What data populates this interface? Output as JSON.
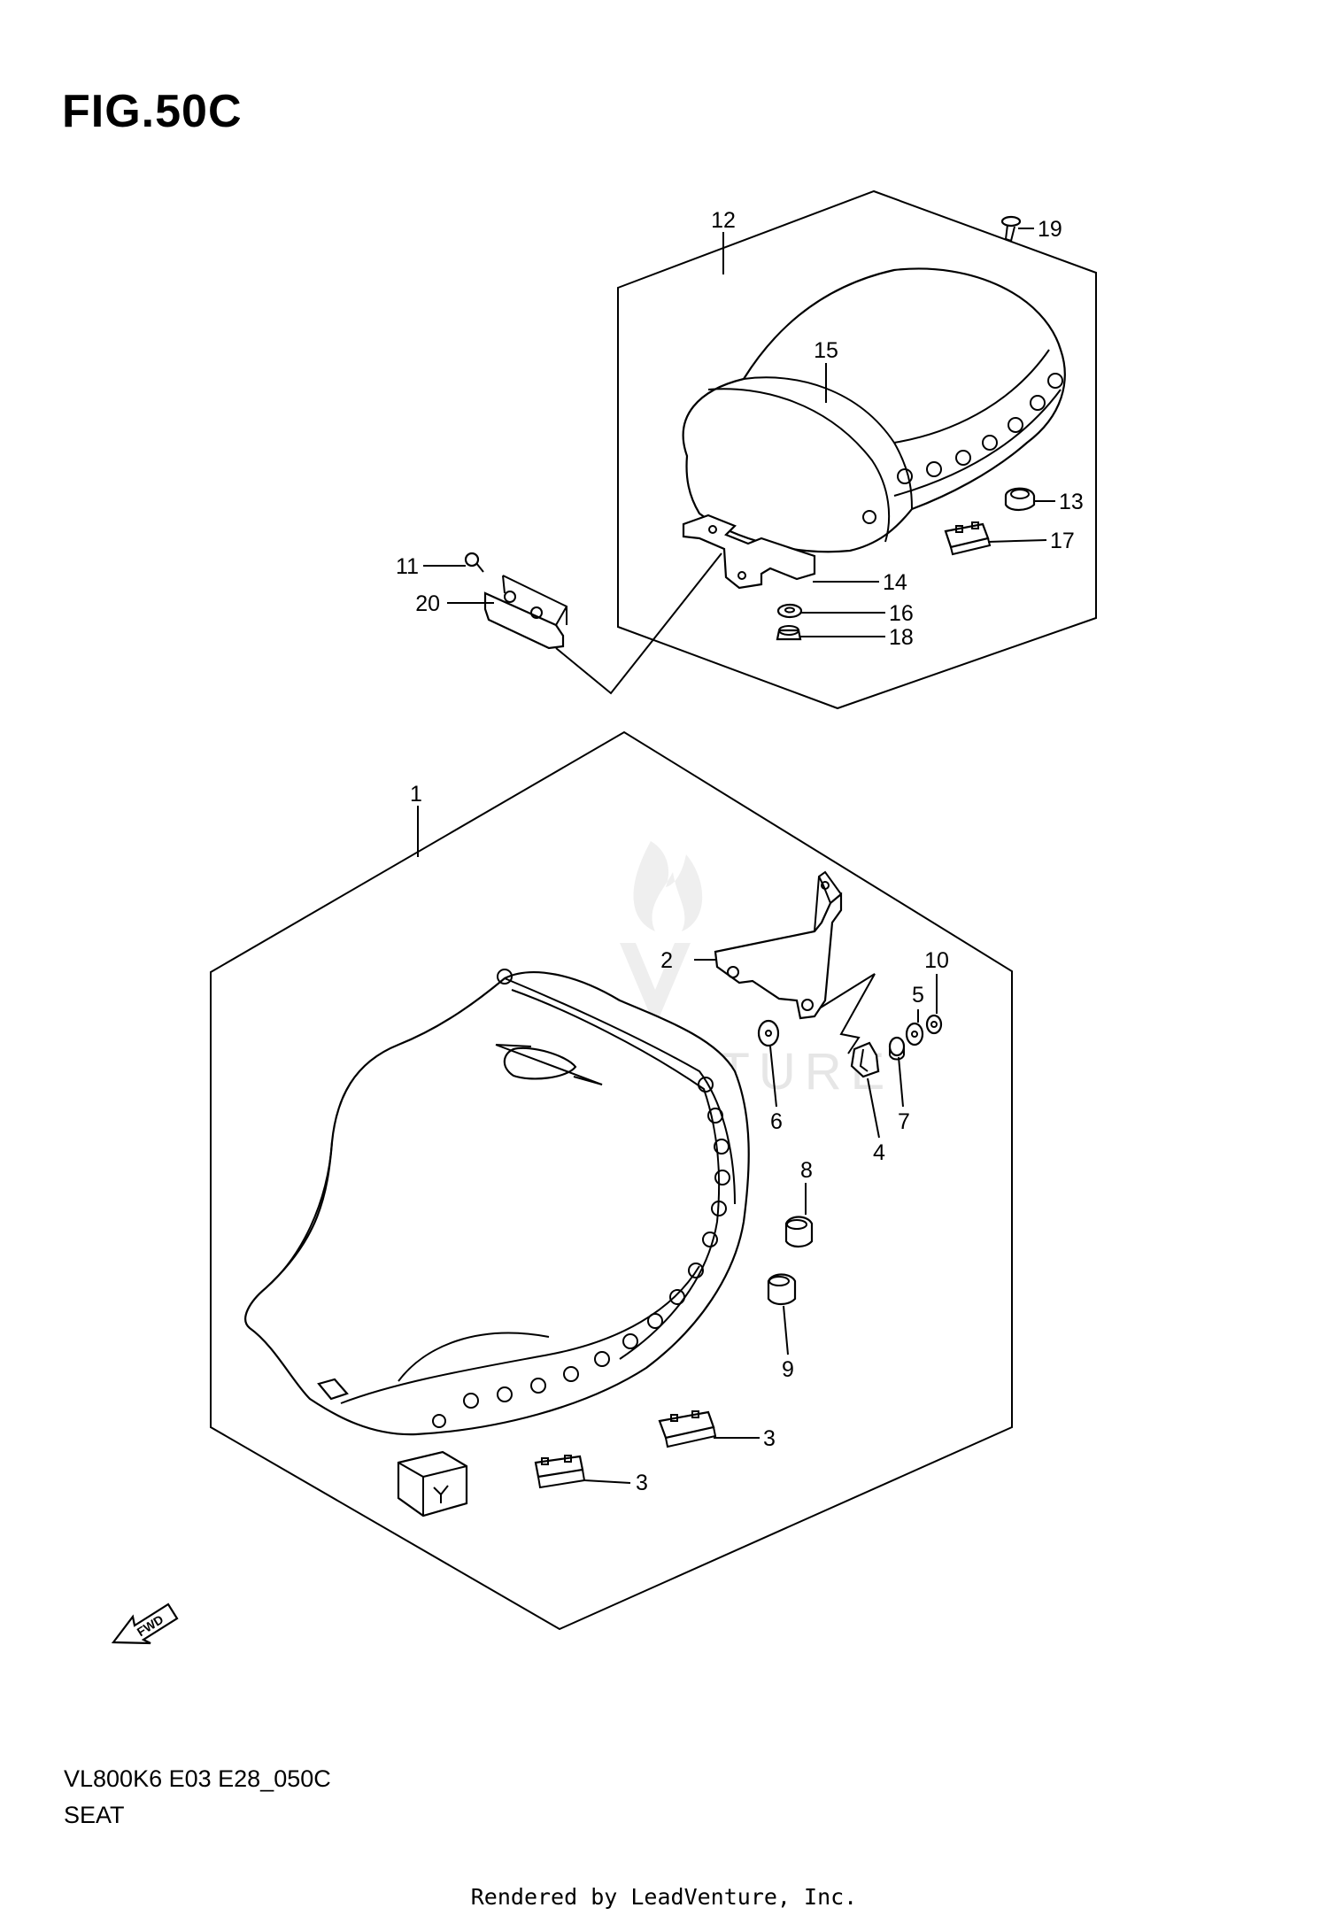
{
  "figure": {
    "title": "FIG.50C"
  },
  "drawing": {
    "code": "VL800K6 E03 E28_050C",
    "caption": "SEAT"
  },
  "footer": {
    "text": "Rendered by LeadVenture, Inc."
  },
  "watermark": {
    "text": "LEADVENTURE"
  },
  "fwd_arrow": {
    "text": "FWD"
  },
  "callouts": {
    "c1": "1",
    "c2": "2",
    "c3a": "3",
    "c3b": "3",
    "c4": "4",
    "c5": "5",
    "c6": "6",
    "c7": "7",
    "c8": "8",
    "c9": "9",
    "c10": "10",
    "c11": "11",
    "c12": "12",
    "c13": "13",
    "c14": "14",
    "c15": "15",
    "c16": "16",
    "c17": "17",
    "c18": "18",
    "c19": "19",
    "c20": "20"
  }
}
